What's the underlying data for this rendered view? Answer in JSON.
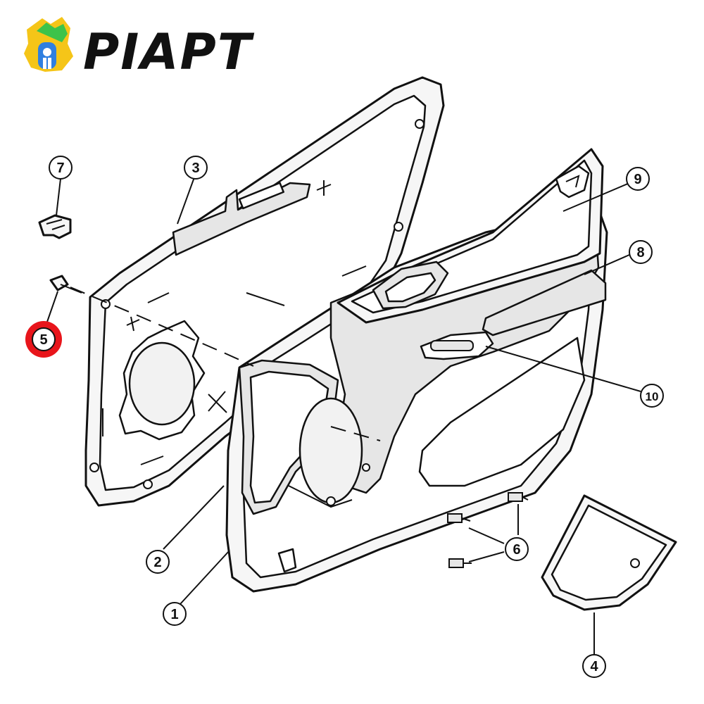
{
  "brand": {
    "name": "PIAPT",
    "logo_colors": {
      "yellow": "#f5c518",
      "green": "#3cc34a",
      "blue": "#2f7fe0"
    }
  },
  "callouts": [
    {
      "id": "1",
      "label": "1",
      "highlighted": false
    },
    {
      "id": "2",
      "label": "2",
      "highlighted": false
    },
    {
      "id": "3",
      "label": "3",
      "highlighted": false
    },
    {
      "id": "4",
      "label": "4",
      "highlighted": false
    },
    {
      "id": "5",
      "label": "5",
      "highlighted": true
    },
    {
      "id": "6",
      "label": "6",
      "highlighted": false
    },
    {
      "id": "7",
      "label": "7",
      "highlighted": false
    },
    {
      "id": "8",
      "label": "8",
      "highlighted": false
    },
    {
      "id": "9",
      "label": "9",
      "highlighted": false
    },
    {
      "id": "10",
      "label": "10",
      "highlighted": false
    }
  ],
  "highlight_color": "#e8151b"
}
